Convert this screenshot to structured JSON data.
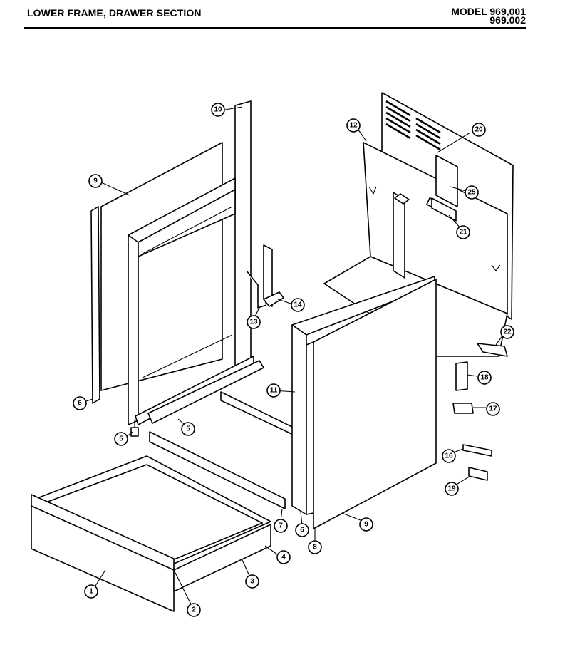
{
  "header": {
    "title": "LOWER FRAME, DRAWER SECTION",
    "model_label": "MODEL 969,001",
    "model_label_2": "969.002"
  },
  "callouts": [
    {
      "id": "c1",
      "label": "1"
    },
    {
      "id": "c2",
      "label": "2"
    },
    {
      "id": "c3",
      "label": "3"
    },
    {
      "id": "c4",
      "label": "4"
    },
    {
      "id": "c5a",
      "label": "5"
    },
    {
      "id": "c5b",
      "label": "5"
    },
    {
      "id": "c6a",
      "label": "6"
    },
    {
      "id": "c6b",
      "label": "6"
    },
    {
      "id": "c7",
      "label": "7"
    },
    {
      "id": "c8",
      "label": "8"
    },
    {
      "id": "c9a",
      "label": "9"
    },
    {
      "id": "c9b",
      "label": "9"
    },
    {
      "id": "c10",
      "label": "10"
    },
    {
      "id": "c11",
      "label": "11"
    },
    {
      "id": "c12",
      "label": "12"
    },
    {
      "id": "c13",
      "label": "13"
    },
    {
      "id": "c14",
      "label": "14"
    },
    {
      "id": "c16",
      "label": "16"
    },
    {
      "id": "c17",
      "label": "17"
    },
    {
      "id": "c18",
      "label": "18"
    },
    {
      "id": "c19",
      "label": "19"
    },
    {
      "id": "c20",
      "label": "20"
    },
    {
      "id": "c21",
      "label": "21"
    },
    {
      "id": "c22",
      "label": "22"
    },
    {
      "id": "c25",
      "label": "25"
    }
  ]
}
